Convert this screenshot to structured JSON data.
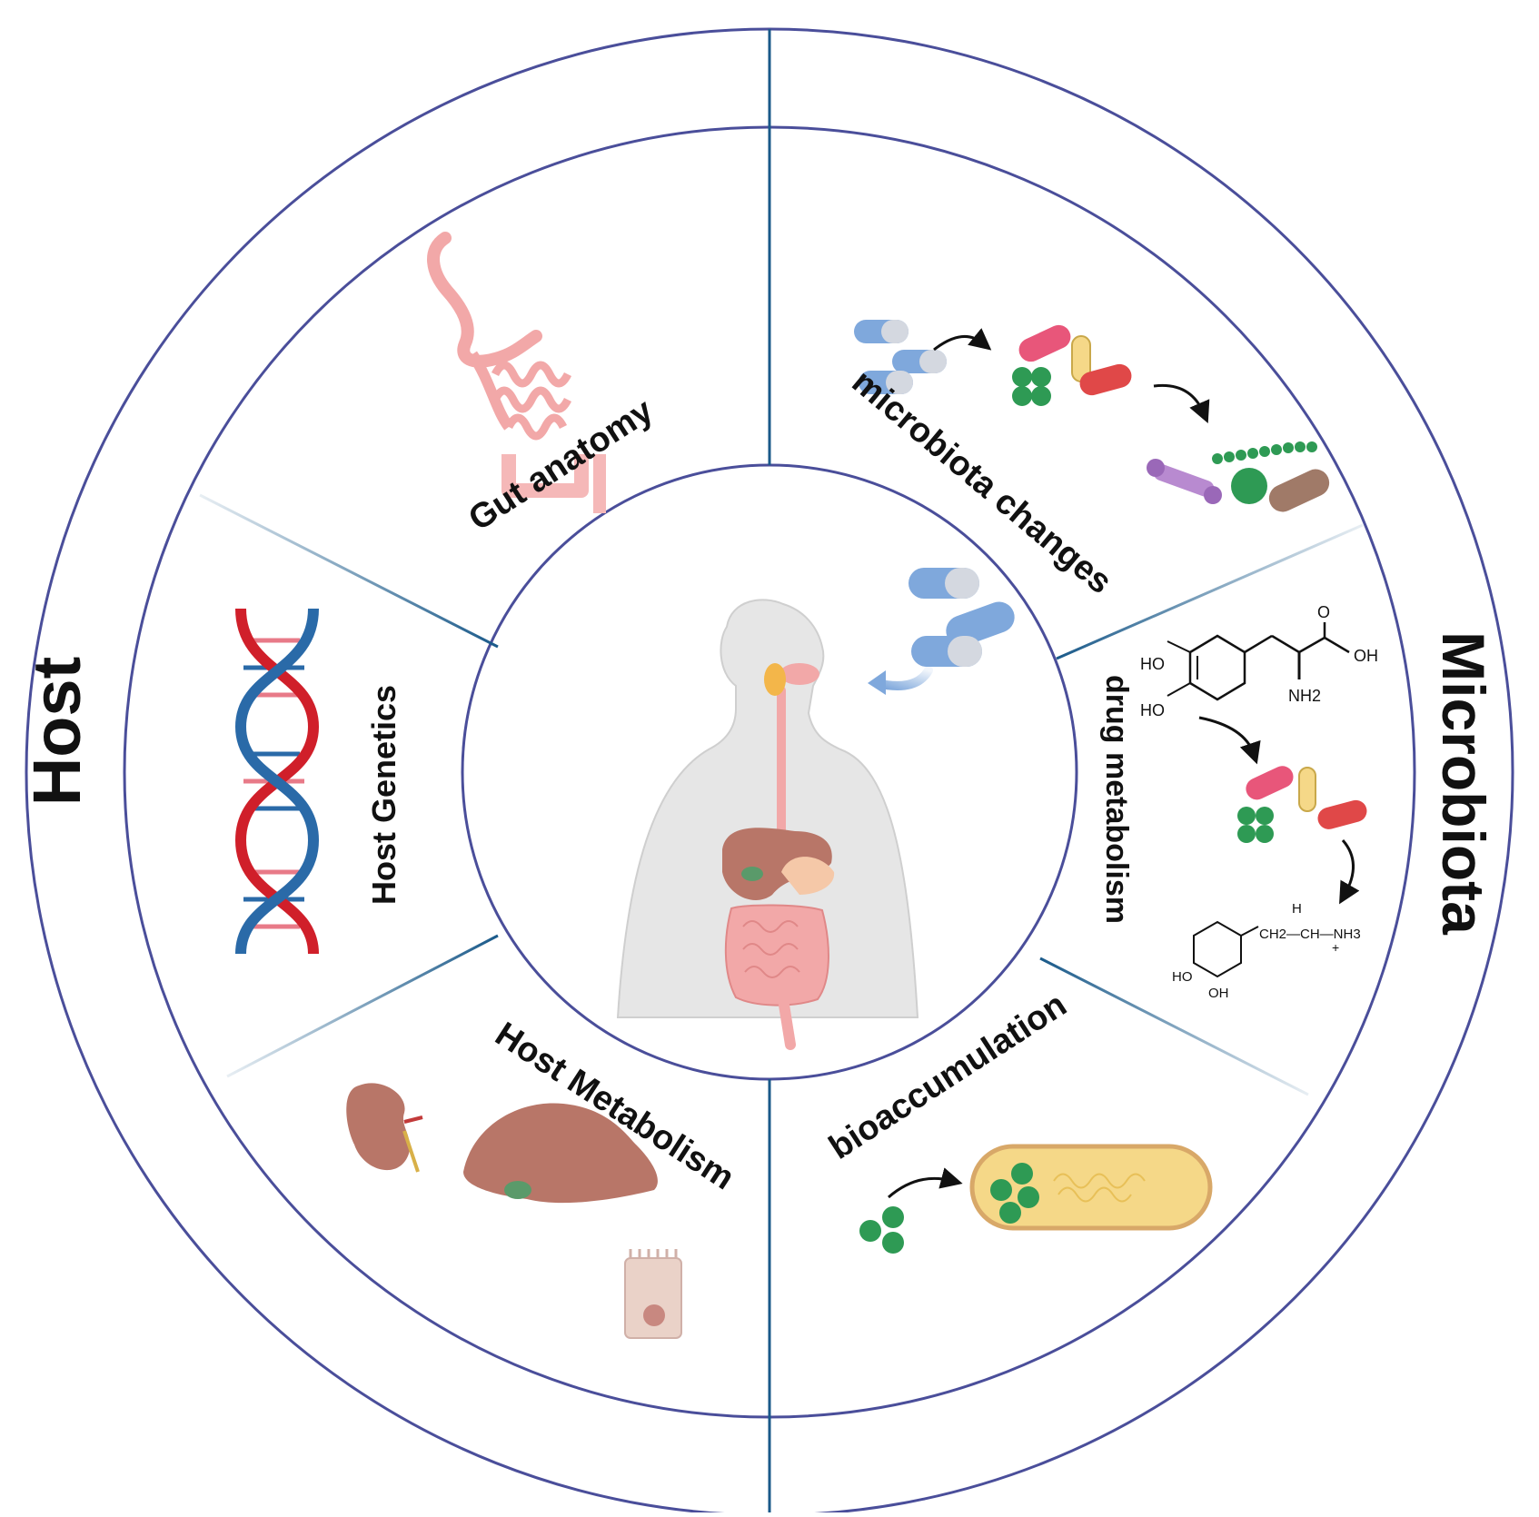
{
  "outer_labels": {
    "left": "Host",
    "right": "Microbiota"
  },
  "sections": {
    "gut_anatomy": "Gut anatomy",
    "microbiota_changes": "microbiota changes",
    "host_genetics": "Host Genetics",
    "drug_metabolism": "drug metabolism",
    "host_metabolism": "Host Metabolism",
    "bioaccumulation": "bioaccumulation"
  },
  "chemistry": {
    "dopa": {
      "ho_top": "HO",
      "ho_bottom": "HO",
      "oh": "OH",
      "o": "O",
      "nh2": "NH2"
    },
    "dopamine": {
      "h": "H",
      "chain": "CH2—CH—NH3",
      "plus": "+",
      "ho": "HO",
      "oh": "OH"
    }
  },
  "colors": {
    "ring_stroke": "#4a4e9a",
    "divider": "#1a5a8a",
    "dna_red": "#d01f2a",
    "dna_blue": "#2a6aa8",
    "organ_brown": "#b87668",
    "gut_pink": "#f2a8a8",
    "capsule_blue": "#7fa8dc",
    "bacteria_green": "#2e9a54"
  },
  "icons": [
    "gut-icon",
    "dna-icon",
    "kidney-icon",
    "liver-icon",
    "cell-icon",
    "capsule-icon",
    "bacteria-icon",
    "human-body-icon",
    "arrow-icon"
  ]
}
